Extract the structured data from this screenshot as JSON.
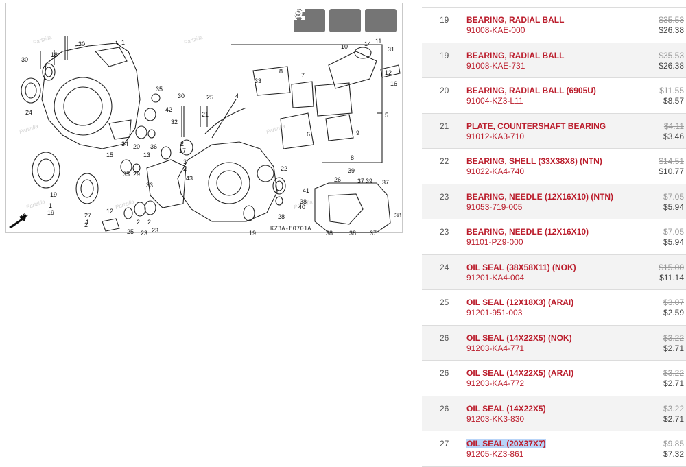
{
  "diagram": {
    "code": "KZ3A-E0701A",
    "watermark": "Partzilla",
    "direction": "FR.",
    "callouts": [
      "1",
      "18",
      "30",
      "30",
      "24",
      "35",
      "42",
      "30",
      "21",
      "25",
      "4",
      "33",
      "8",
      "7",
      "10",
      "14",
      "11",
      "31",
      "12",
      "16",
      "5",
      "20",
      "13",
      "36",
      "32",
      "2",
      "17",
      "15",
      "34",
      "35",
      "29",
      "1",
      "19",
      "6",
      "9",
      "8",
      "33",
      "3",
      "2",
      "43",
      "22",
      "28",
      "26",
      "39",
      "39",
      "37",
      "41",
      "38",
      "40",
      "38",
      "38",
      "38",
      "37",
      "37",
      "12",
      "25",
      "2",
      "23",
      "2",
      "23",
      "2",
      "19",
      "27",
      "1",
      "19"
    ],
    "controls": {
      "zoom_in": "zoom-in-icon",
      "zoom_out": "zoom-out-icon",
      "fullscreen": "expand-icon"
    }
  },
  "parts": [
    {
      "ref": "19",
      "name": "BEARING, RADIAL BALL",
      "number": "91008-KAE-000",
      "msrp": "$35.53",
      "price": "$26.38"
    },
    {
      "ref": "19",
      "name": "BEARING, RADIAL BALL",
      "number": "91008-KAE-731",
      "msrp": "$35.53",
      "price": "$26.38"
    },
    {
      "ref": "20",
      "name": "BEARING, RADIAL BALL (6905U)",
      "number": "91004-KZ3-L11",
      "msrp": "$11.55",
      "price": "$8.57"
    },
    {
      "ref": "21",
      "name": "PLATE, COUNTERSHAFT BEARING",
      "number": "91012-KA3-710",
      "msrp": "$4.11",
      "price": "$3.46"
    },
    {
      "ref": "22",
      "name": "BEARING, SHELL (33X38X8) (NTN)",
      "number": "91022-KA4-740",
      "msrp": "$14.51",
      "price": "$10.77"
    },
    {
      "ref": "23",
      "name": "BEARING, NEEDLE (12X16X10) (NTN)",
      "number": "91053-719-005",
      "msrp": "$7.05",
      "price": "$5.94"
    },
    {
      "ref": "23",
      "name": "BEARING, NEEDLE (12X16X10)",
      "number": "91101-PZ9-000",
      "msrp": "$7.05",
      "price": "$5.94"
    },
    {
      "ref": "24",
      "name": "OIL SEAL (38X58X11) (NOK)",
      "number": "91201-KA4-004",
      "msrp": "$15.00",
      "price": "$11.14"
    },
    {
      "ref": "25",
      "name": "OIL SEAL (12X18X3) (ARAI)",
      "number": "91201-951-003",
      "msrp": "$3.07",
      "price": "$2.59"
    },
    {
      "ref": "26",
      "name": "OIL SEAL (14X22X5) (NOK)",
      "number": "91203-KA4-771",
      "msrp": "$3.22",
      "price": "$2.71"
    },
    {
      "ref": "26",
      "name": "OIL SEAL (14X22X5) (ARAI)",
      "number": "91203-KA4-772",
      "msrp": "$3.22",
      "price": "$2.71"
    },
    {
      "ref": "26",
      "name": "OIL SEAL (14X22X5)",
      "number": "91203-KK3-830",
      "msrp": "$3.22",
      "price": "$2.71"
    },
    {
      "ref": "27",
      "name": "OIL SEAL (20X37X7)",
      "number": "91205-KZ3-861",
      "msrp": "$9.85",
      "price": "$7.32"
    }
  ]
}
